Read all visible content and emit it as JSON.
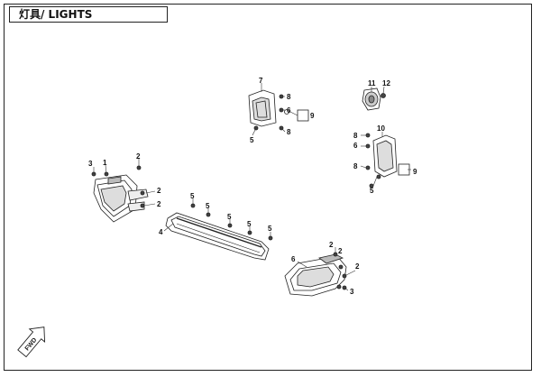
{
  "title": "灯具/ LIGHTS",
  "fwd_label": "FWD",
  "callouts": [
    "1",
    "2",
    "3",
    "4",
    "5",
    "6",
    "7",
    "8",
    "9",
    "10",
    "11",
    "12"
  ]
}
